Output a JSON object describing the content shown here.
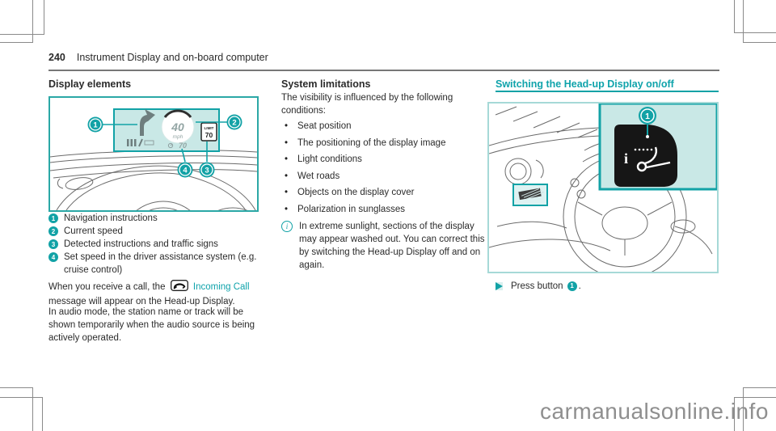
{
  "header": {
    "page_number": "240",
    "title": "Instrument Display and on-board computer"
  },
  "watermark": "carmanualsonline.info",
  "colors": {
    "accent": "#12a2a6",
    "accent_light": "#c9e8e6",
    "text": "#2b2b2b",
    "link": "#0fa3ab",
    "watermark_gray": "#8f8f8f"
  },
  "left_column": {
    "heading": "Display elements",
    "hud_display": {
      "speed_value": "40",
      "speed_unit": "mph",
      "set_speed": "70",
      "limit_label": "LIMIT",
      "limit_value": "70"
    },
    "callouts": {
      "c1": "1",
      "c2": "2",
      "c3": "3",
      "c4": "4"
    },
    "legend": [
      {
        "marker": "1",
        "text": "Navigation instructions"
      },
      {
        "marker": "2",
        "text": "Current speed"
      },
      {
        "marker": "3",
        "text": "Detected instructions and traffic signs"
      },
      {
        "marker": "4",
        "text": "Set speed in the driver assistance system (e.g. cruise control)"
      }
    ],
    "call_para": {
      "before": "When you receive a call, the",
      "link": "Incoming Call",
      "after": "message will appear on the Head-up Display."
    },
    "audio_para": "In audio mode, the station name or track will be shown temporarily when the audio source is being actively operated."
  },
  "middle_column": {
    "heading": "System limitations",
    "intro": "The visibility is influenced by the following conditions:",
    "bullets": [
      "Seat position",
      "The positioning of the display image",
      "Light conditions",
      "Wet roads",
      "Objects on the display cover",
      "Polarization in sunglasses"
    ],
    "note": "In extreme sunlight, sections of the display may appear washed out. You can correct this by switching the Head-up Display off and on again."
  },
  "right_column": {
    "heading": "Switching the Head-up Display on/off",
    "callout": "1",
    "instruction": {
      "action": "Press button",
      "callout": "1",
      "period": "."
    }
  }
}
